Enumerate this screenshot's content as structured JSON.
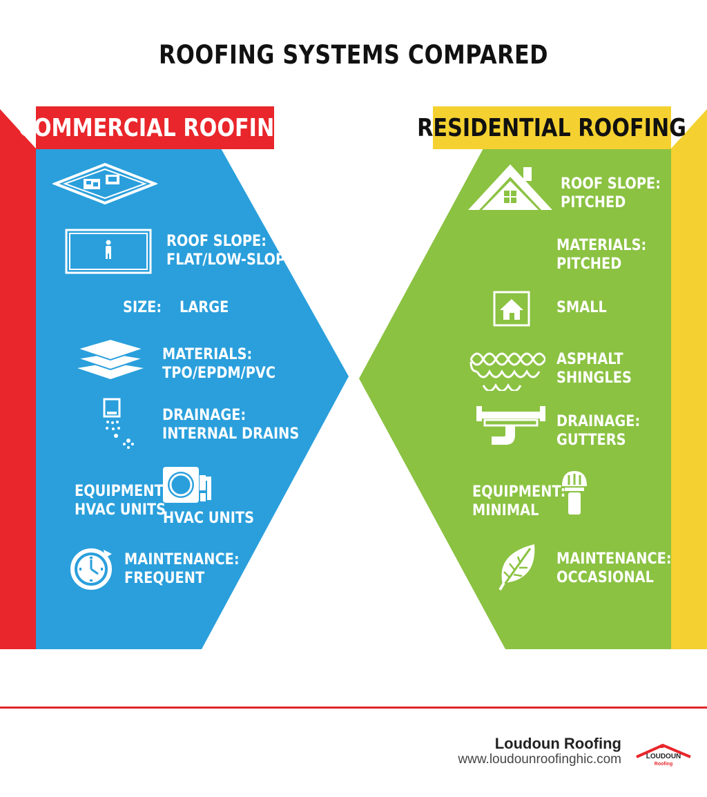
{
  "title": "ROOFING SYSTEMS COMPARED",
  "colors": {
    "red": "#e8262b",
    "blue": "#2a9fdc",
    "green": "#8bc242",
    "yellow": "#f4d130",
    "white": "#ffffff"
  },
  "commercial": {
    "heading": "COMMERCIAL ROOFING",
    "roof_slope": {
      "label": "ROOF SLOPE:",
      "value": "FLAT/LOW-SLOPE"
    },
    "size": {
      "label": "SIZE:",
      "value": "LARGE"
    },
    "materials": {
      "label": "MATERIALS:",
      "value": "TPO/EPDM/PVC"
    },
    "drainage": {
      "label": "DRAINAGE:",
      "value": "INTERNAL DRAINS"
    },
    "equipment": {
      "label": "EQUIPMENT:",
      "value": "HVAC UNITS",
      "icon_caption": "HVAC UNITS"
    },
    "maintenance": {
      "label": "MAINTENANCE:",
      "value": "FREQUENT"
    }
  },
  "residential": {
    "heading": "RESIDENTIAL ROOFING",
    "roof_slope": {
      "label": "ROOF SLOPE:",
      "value": "PITCHED"
    },
    "materials": {
      "label": "MATERIALS:",
      "value": "PITCHED"
    },
    "size": {
      "value": "SMALL"
    },
    "shingles": {
      "line1": "ASPHALT",
      "line2": "SHINGLES"
    },
    "drainage": {
      "label": "DRAINAGE:",
      "value": "GUTTERS"
    },
    "equipment": {
      "label": "EQUIPMENT:",
      "value": "MINIMAL"
    },
    "maintenance": {
      "label": "MAINTENANCE:",
      "value": "OCCASIONAL"
    }
  },
  "footer": {
    "brand": "Loudoun Roofing",
    "url": "www.loudounroofinghic.com",
    "logo_text": "LOUDOUN",
    "logo_subtext": "Roofing"
  },
  "icons": {
    "commercial": [
      "flat-roof-building-icon",
      "flat-roof-outline-icon",
      "stacked-layers-icon",
      "roof-drain-icon",
      "hvac-unit-icon",
      "clock-icon"
    ],
    "residential": [
      "pitched-house-icon",
      "small-house-icon",
      "shingles-icon",
      "gutter-icon",
      "roof-vent-icon",
      "leaf-icon"
    ]
  }
}
